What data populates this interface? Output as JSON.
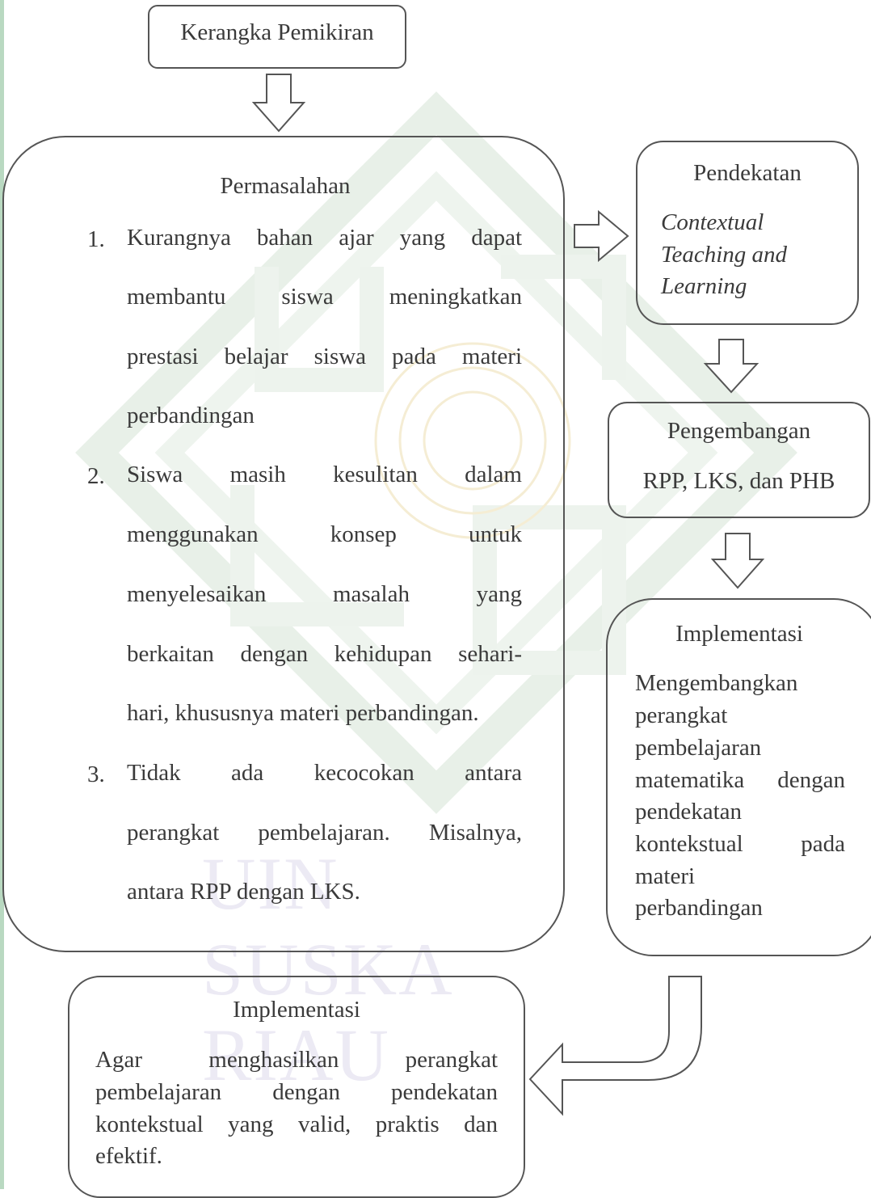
{
  "title_box": {
    "label": "Kerangka Pemikiran"
  },
  "problem_box": {
    "heading": "Permasalahan",
    "items": [
      {
        "number": "1.",
        "lines": [
          "Kurangnya bahan ajar yang dapat",
          "membantu siswa meningkatkan",
          "prestasi belajar siswa pada materi",
          "perbandingan"
        ]
      },
      {
        "number": "2.",
        "lines": [
          "Siswa masih kesulitan dalam",
          "menggunakan konsep untuk",
          "menyelesaikan masalah yang",
          "berkaitan dengan kehidupan sehari-",
          "hari, khususnya materi perbandingan."
        ]
      },
      {
        "number": "3.",
        "lines": [
          "Tidak ada kecocokan antara",
          "perangkat pembelajaran. Misalnya,",
          "antara RPP dengan LKS."
        ]
      }
    ]
  },
  "approach_box": {
    "heading": "Pendekatan",
    "lines": [
      "Contextual",
      "Teaching and",
      "Learning"
    ]
  },
  "development_box": {
    "heading": "Pengembangan",
    "body": "RPP, LKS, dan PHB"
  },
  "implementation_box": {
    "heading": "Implementasi",
    "lines": [
      "Mengembangkan",
      "perangkat",
      "pembelajaran",
      "matematika dengan",
      "pendekatan",
      "kontekstual pada",
      "materi",
      "perbandingan"
    ]
  },
  "result_box": {
    "heading": "Implementasi",
    "lines": [
      "Agar menghasilkan perangkat",
      "pembelajaran dengan pendekatan",
      "kontekstual yang valid, praktis dan",
      "efektif."
    ]
  },
  "watermark": {
    "text": "UIN SUSKA RIAU"
  },
  "colors": {
    "border": "#555555",
    "text": "#3a3a3a",
    "watermark_green": "#e6efe6",
    "watermark_gold": "#f6eed6",
    "sidebar_green": "#9cc8a8"
  }
}
